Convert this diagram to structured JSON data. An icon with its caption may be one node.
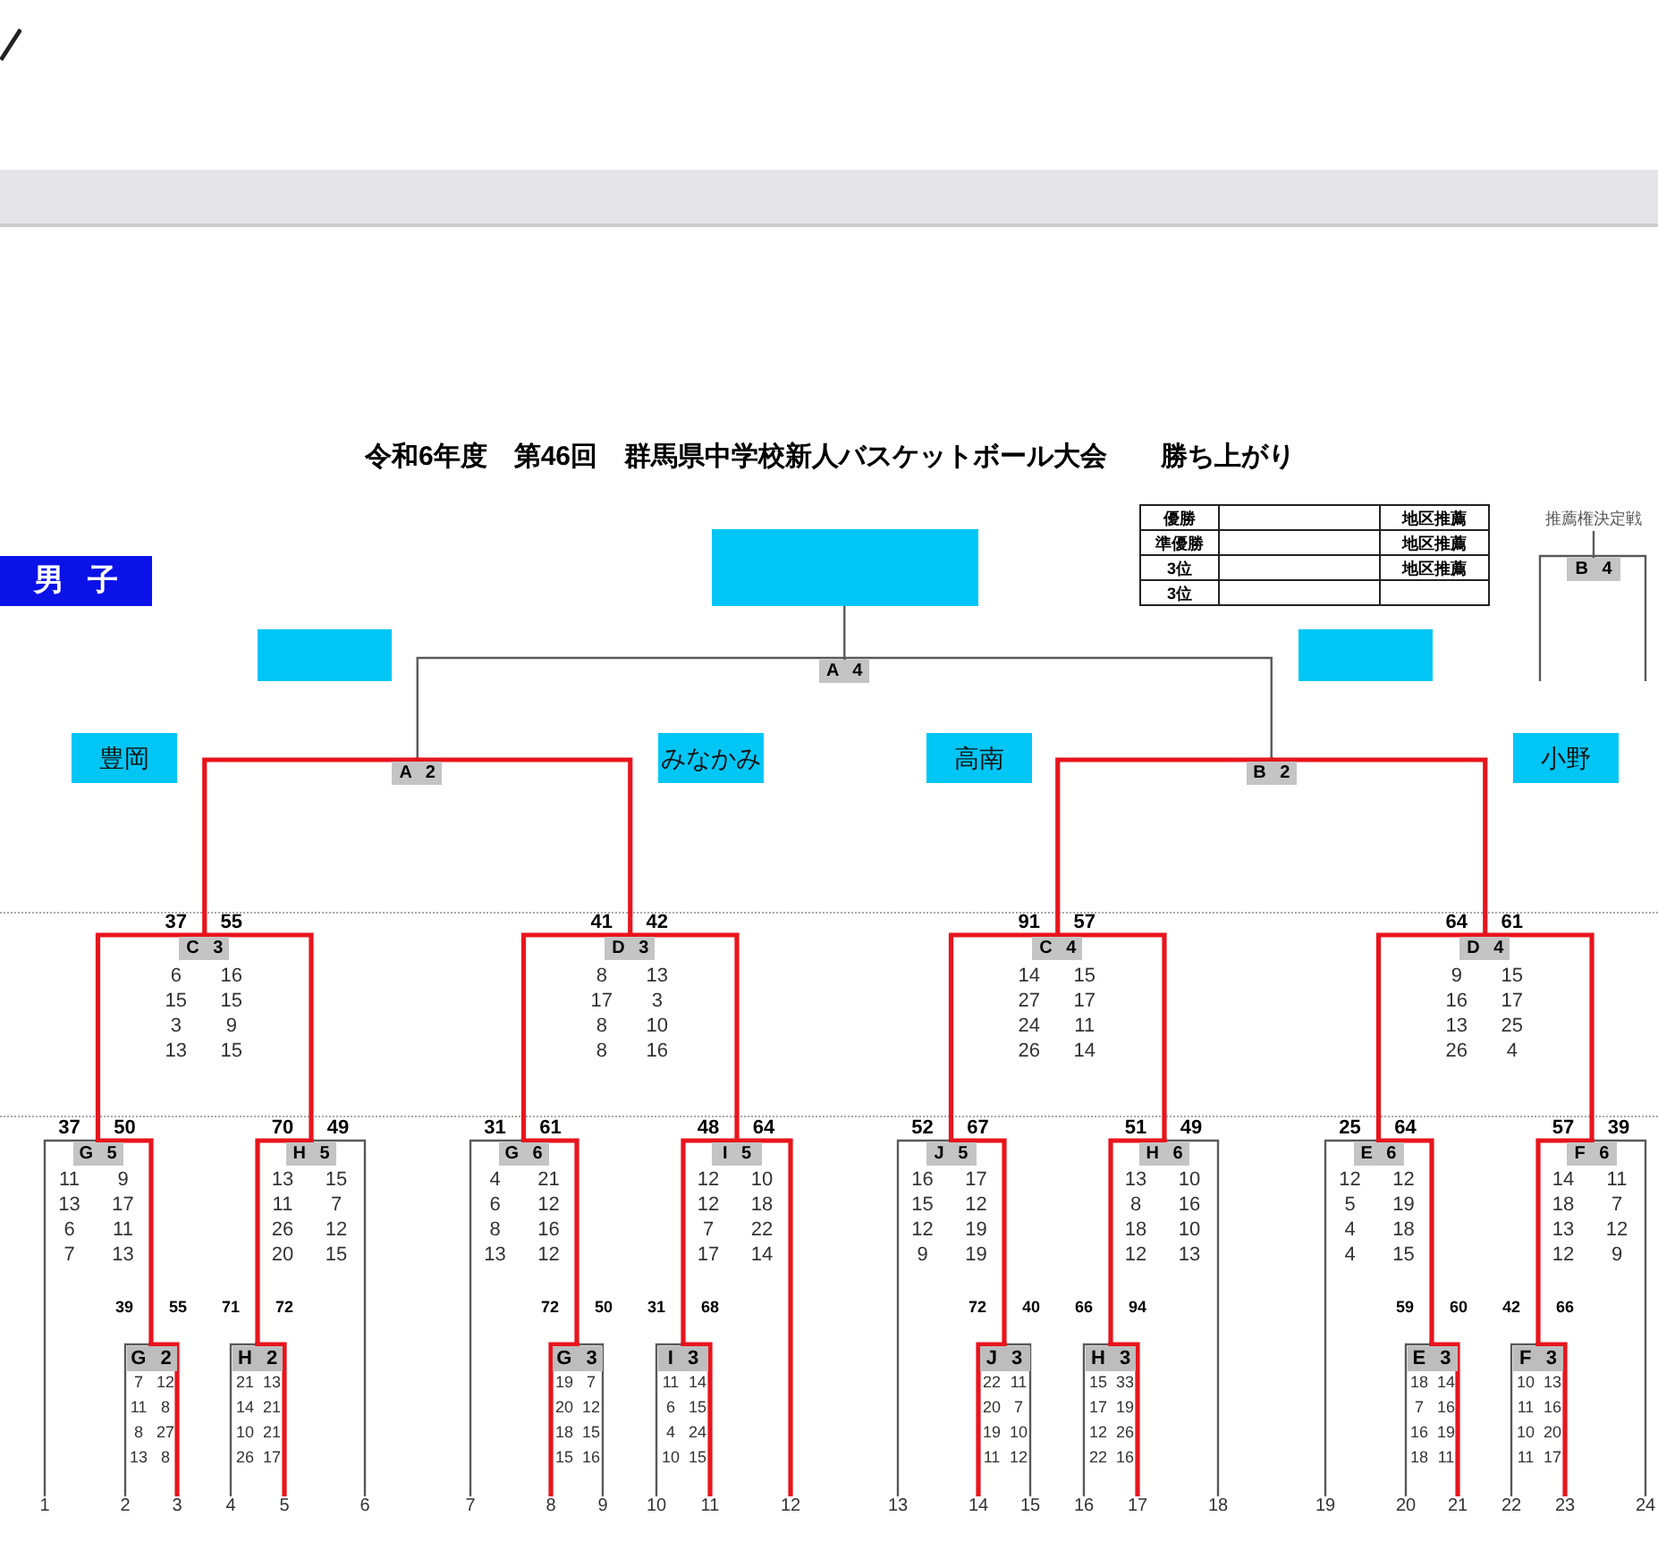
{
  "diagram": {
    "title": "令和6年度　第46回　群馬県中学校新人バスケットボール大会　　勝ち上がり",
    "nodes": [
      {
        "text": [
          "男 子"
        ]
      },
      {
        "text": [],
        "shape": "box"
      },
      {
        "text": [
          "推薦権決定戦"
        ]
      },
      {
        "text": [
          "B 4"
        ]
      },
      {
        "text": [],
        "shape": "box"
      },
      {
        "text": [
          "A 4"
        ]
      },
      {
        "text": [],
        "shape": "box"
      },
      {
        "text": [
          "豊岡"
        ]
      },
      {
        "text": [
          "A 2"
        ]
      },
      {
        "text": [
          "みなかみ"
        ]
      },
      {
        "text": [
          "高南"
        ]
      },
      {
        "text": [
          "B 2"
        ]
      },
      {
        "text": [
          "小野"
        ]
      },
      {
        "text": [
          "C 3"
        ],
        "beside": [
          "37",
          "55",
          "6",
          "16",
          "15",
          "15",
          "3",
          "9",
          "13",
          "15"
        ]
      },
      {
        "text": [
          "D 3"
        ],
        "beside": [
          "41",
          "42",
          "8",
          "13",
          "17",
          "3",
          "8",
          "10",
          "8",
          "16"
        ]
      },
      {
        "text": [
          "C 4"
        ],
        "beside": [
          "91",
          "57",
          "14",
          "15",
          "27",
          "17",
          "24",
          "11",
          "26",
          "14"
        ]
      },
      {
        "text": [
          "D 4"
        ],
        "beside": [
          "64",
          "61",
          "9",
          "15",
          "16",
          "17",
          "13",
          "25",
          "26",
          "4"
        ]
      },
      {
        "text": [
          "G 5"
        ],
        "beside": [
          "37",
          "50",
          "11",
          "9",
          "13",
          "17",
          "6",
          "11",
          "7",
          "13"
        ]
      },
      {
        "text": [
          "H 5"
        ],
        "beside": [
          "70",
          "49",
          "13",
          "15",
          "11",
          "7",
          "26",
          "12",
          "20",
          "15"
        ]
      },
      {
        "text": [
          "G 6"
        ],
        "beside": [
          "31",
          "61",
          "4",
          "21",
          "6",
          "12",
          "8",
          "16",
          "13",
          "12"
        ]
      },
      {
        "text": [
          "I 5"
        ],
        "beside": [
          "48",
          "64",
          "12",
          "10",
          "12",
          "18",
          "7",
          "22",
          "17",
          "14"
        ]
      },
      {
        "text": [
          "J 5"
        ],
        "beside": [
          "52",
          "67",
          "16",
          "17",
          "15",
          "12",
          "12",
          "19",
          "9",
          "19"
        ]
      },
      {
        "text": [
          "H 6"
        ],
        "beside": [
          "51",
          "49",
          "13",
          "10",
          "8",
          "16",
          "18",
          "10",
          "12",
          "13"
        ]
      },
      {
        "text": [
          "E 6"
        ],
        "beside": [
          "25",
          "64",
          "12",
          "12",
          "5",
          "19",
          "4",
          "18",
          "4",
          "15"
        ]
      },
      {
        "text": [
          "F 6"
        ],
        "beside": [
          "57",
          "39",
          "14",
          "11",
          "18",
          "7",
          "13",
          "12",
          "12",
          "9"
        ]
      },
      {
        "text": [
          "G 2"
        ],
        "beside": [
          "39",
          "55",
          "7",
          "12",
          "11",
          "8",
          "8",
          "27",
          "13",
          "8"
        ]
      },
      {
        "text": [
          "H 2"
        ],
        "beside": [
          "71",
          "72",
          "21",
          "13",
          "14",
          "21",
          "10",
          "21",
          "26",
          "17"
        ]
      },
      {
        "text": [
          "G 3"
        ],
        "beside": [
          "72",
          "50",
          "19",
          "7",
          "20",
          "12",
          "18",
          "15",
          "15",
          "16"
        ]
      },
      {
        "text": [
          "I 3"
        ],
        "beside": [
          "31",
          "68",
          "11",
          "14",
          "6",
          "15",
          "4",
          "24",
          "10",
          "15"
        ]
      },
      {
        "text": [
          "J 3"
        ],
        "beside": [
          "72",
          "40",
          "22",
          "11",
          "20",
          "7",
          "19",
          "10",
          "11",
          "12"
        ]
      },
      {
        "text": [
          "H 3"
        ],
        "beside": [
          "66",
          "94",
          "15",
          "33",
          "17",
          "19",
          "12",
          "26",
          "22",
          "16"
        ]
      },
      {
        "text": [
          "E 3"
        ],
        "beside": [
          "59",
          "60",
          "18",
          "14",
          "7",
          "16",
          "16",
          "19",
          "18",
          "11"
        ]
      },
      {
        "text": [
          "F 3"
        ],
        "beside": [
          "42",
          "66",
          "10",
          "13",
          "11",
          "16",
          "10",
          "20",
          "11",
          "17"
        ]
      },
      {
        "text": [
          "1"
        ]
      },
      {
        "text": [
          "2"
        ]
      },
      {
        "text": [
          "3"
        ]
      },
      {
        "text": [
          "4"
        ]
      },
      {
        "text": [
          "5"
        ]
      },
      {
        "text": [
          "6"
        ]
      },
      {
        "text": [
          "7"
        ]
      },
      {
        "text": [
          "8"
        ]
      },
      {
        "text": [
          "9"
        ]
      },
      {
        "text": [
          "10"
        ]
      },
      {
        "text": [
          "11"
        ]
      },
      {
        "text": [
          "12"
        ]
      },
      {
        "text": [
          "13"
        ]
      },
      {
        "text": [
          "14"
        ]
      },
      {
        "text": [
          "15"
        ]
      },
      {
        "text": [
          "16"
        ]
      },
      {
        "text": [
          "17"
        ]
      },
      {
        "text": [
          "18"
        ]
      },
      {
        "text": [
          "19"
        ]
      },
      {
        "text": [
          "20"
        ]
      },
      {
        "text": [
          "21"
        ]
      },
      {
        "text": [
          "22"
        ]
      },
      {
        "text": [
          "23"
        ]
      },
      {
        "text": [
          "24"
        ]
      }
    ],
    "edges": [
      {
        "from": 34,
        "to": 25,
        "arrow": "none",
        "color": "#595959"
      },
      {
        "from": 35,
        "to": 25,
        "arrow": "none"
      },
      {
        "from": 36,
        "to": 26,
        "arrow": "none",
        "color": "#595959"
      },
      {
        "from": 37,
        "to": 26,
        "arrow": "none"
      },
      {
        "from": 33,
        "to": 17,
        "arrow": "none",
        "color": "#595959"
      },
      {
        "from": 25,
        "to": 17,
        "arrow": "none"
      },
      {
        "from": 26,
        "to": 18,
        "arrow": "none"
      },
      {
        "from": 38,
        "to": 18,
        "arrow": "none",
        "color": "#595959"
      },
      {
        "from": 17,
        "to": 13,
        "arrow": "none"
      },
      {
        "from": 18,
        "to": 13,
        "arrow": "none"
      },
      {
        "from": 40,
        "to": 27,
        "arrow": "none"
      },
      {
        "from": 41,
        "to": 27,
        "arrow": "none",
        "color": "#595959"
      },
      {
        "from": 42,
        "to": 28,
        "arrow": "none",
        "color": "#595959"
      },
      {
        "from": 43,
        "to": 28,
        "arrow": "none"
      },
      {
        "from": 39,
        "to": 19,
        "arrow": "none",
        "color": "#595959"
      },
      {
        "from": 27,
        "to": 19,
        "arrow": "none"
      },
      {
        "from": 28,
        "to": 20,
        "arrow": "none"
      },
      {
        "from": 44,
        "to": 20,
        "arrow": "none"
      },
      {
        "from": 19,
        "to": 14,
        "arrow": "none"
      },
      {
        "from": 20,
        "to": 14,
        "arrow": "none"
      },
      {
        "from": 46,
        "to": 29,
        "arrow": "none"
      },
      {
        "from": 47,
        "to": 29,
        "arrow": "none",
        "color": "#595959"
      },
      {
        "from": 48,
        "to": 30,
        "arrow": "none",
        "color": "#595959"
      },
      {
        "from": 49,
        "to": 30,
        "arrow": "none"
      },
      {
        "from": 45,
        "to": 21,
        "arrow": "none",
        "color": "#595959"
      },
      {
        "from": 29,
        "to": 21,
        "arrow": "none"
      },
      {
        "from": 30,
        "to": 22,
        "arrow": "none"
      },
      {
        "from": 50,
        "to": 22,
        "arrow": "none",
        "color": "#595959"
      },
      {
        "from": 21,
        "to": 15,
        "arrow": "none"
      },
      {
        "from": 22,
        "to": 15,
        "arrow": "none"
      },
      {
        "from": 52,
        "to": 31,
        "arrow": "none",
        "color": "#595959"
      },
      {
        "from": 53,
        "to": 31,
        "arrow": "none"
      },
      {
        "from": 54,
        "to": 32,
        "arrow": "none",
        "color": "#595959"
      },
      {
        "from": 55,
        "to": 32,
        "arrow": "none"
      },
      {
        "from": 51,
        "to": 23,
        "arrow": "none",
        "color": "#595959"
      },
      {
        "from": 31,
        "to": 23,
        "arrow": "none"
      },
      {
        "from": 32,
        "to": 24,
        "arrow": "none"
      },
      {
        "from": 56,
        "to": 24,
        "arrow": "none",
        "color": "#595959"
      },
      {
        "from": 23,
        "to": 16,
        "arrow": "none"
      },
      {
        "from": 24,
        "to": 16,
        "arrow": "none"
      },
      {
        "from": 13,
        "to": 8,
        "arrow": "none"
      },
      {
        "from": 14,
        "to": 8,
        "arrow": "none"
      },
      {
        "from": 15,
        "to": 11,
        "arrow": "none"
      },
      {
        "from": 16,
        "to": 11,
        "arrow": "none"
      },
      {
        "from": 8,
        "to": 5,
        "arrow": "none",
        "color": "#595959"
      },
      {
        "from": 11,
        "to": 5,
        "arrow": "none",
        "color": "#595959"
      },
      {
        "from": 5,
        "to": 1,
        "arrow": "none",
        "color": "#595959"
      },
      {
        "from": 2,
        "to": 3,
        "arrow": "none",
        "color": "#595959"
      },
      {
        "from": null,
        "to": 3,
        "arrow": "none",
        "color": "#595959"
      },
      {
        "from": null,
        "to": 3,
        "arrow": "none",
        "color": "#595959"
      }
    ],
    "labels": [
      "優勝",
      "地区推薦",
      "準優勝",
      "地区推薦",
      "3位",
      "地区推薦",
      "3位"
    ]
  }
}
